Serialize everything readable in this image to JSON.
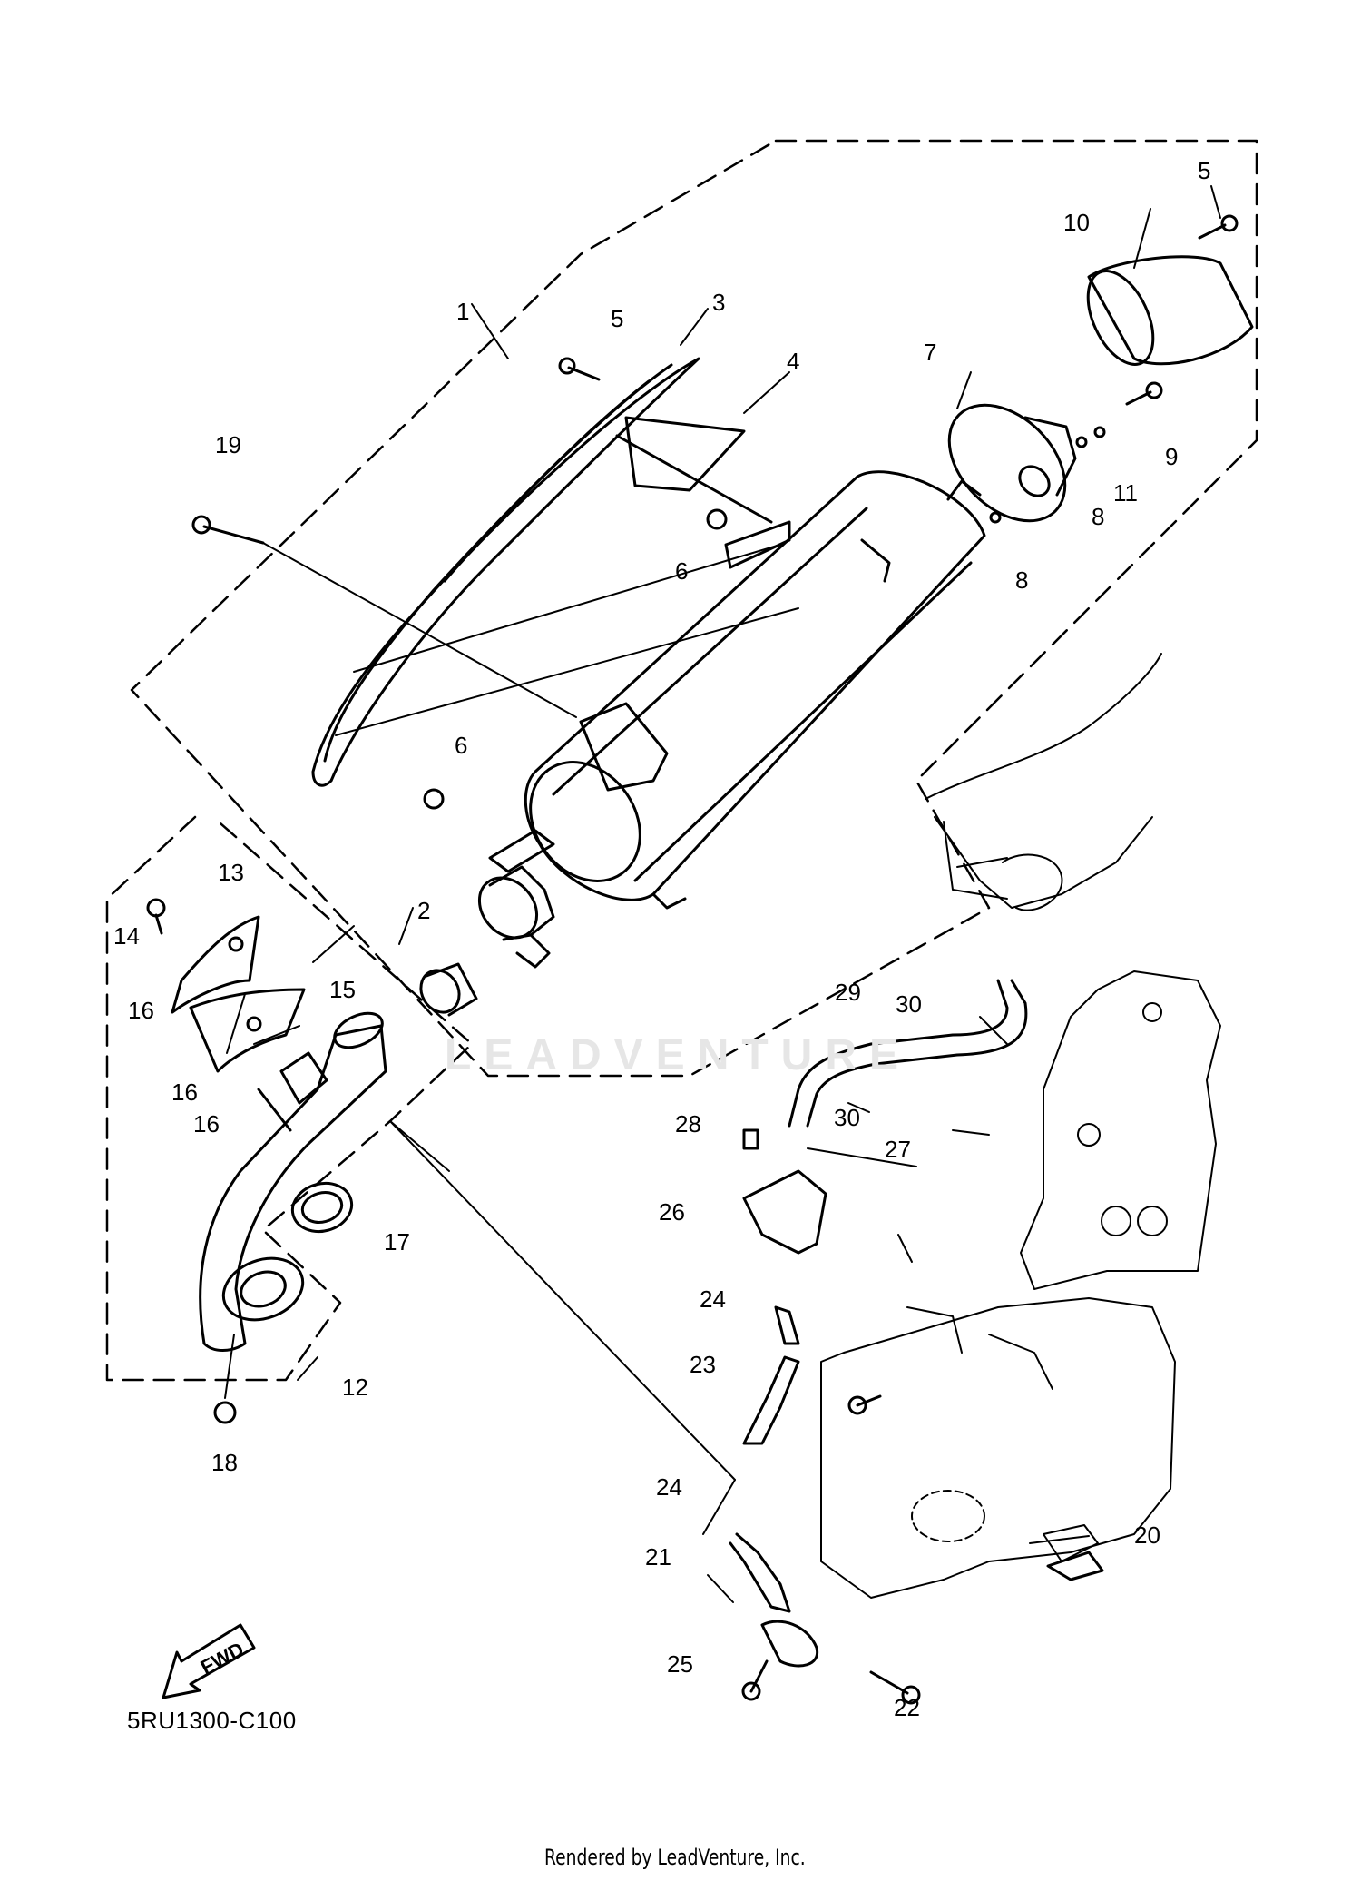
{
  "callouts": [
    {
      "id": "c1",
      "text": "1"
    },
    {
      "id": "c2",
      "text": "2"
    },
    {
      "id": "c3",
      "text": "3"
    },
    {
      "id": "c4",
      "text": "4"
    },
    {
      "id": "c5a",
      "text": "5"
    },
    {
      "id": "c5b",
      "text": "5"
    },
    {
      "id": "c6a",
      "text": "6"
    },
    {
      "id": "c6b",
      "text": "6"
    },
    {
      "id": "c7",
      "text": "7"
    },
    {
      "id": "c8a",
      "text": "8"
    },
    {
      "id": "c8b",
      "text": "8"
    },
    {
      "id": "c9",
      "text": "9"
    },
    {
      "id": "c10",
      "text": "10"
    },
    {
      "id": "c11",
      "text": "11"
    },
    {
      "id": "c12",
      "text": "12"
    },
    {
      "id": "c13",
      "text": "13"
    },
    {
      "id": "c14",
      "text": "14"
    },
    {
      "id": "c15",
      "text": "15"
    },
    {
      "id": "c16a",
      "text": "16"
    },
    {
      "id": "c16b",
      "text": "16"
    },
    {
      "id": "c16c",
      "text": "16"
    },
    {
      "id": "c17",
      "text": "17"
    },
    {
      "id": "c18",
      "text": "18"
    },
    {
      "id": "c19",
      "text": "19"
    },
    {
      "id": "c20",
      "text": "20"
    },
    {
      "id": "c21",
      "text": "21"
    },
    {
      "id": "c22",
      "text": "22"
    },
    {
      "id": "c23",
      "text": "23"
    },
    {
      "id": "c24a",
      "text": "24"
    },
    {
      "id": "c24b",
      "text": "24"
    },
    {
      "id": "c25",
      "text": "25"
    },
    {
      "id": "c26",
      "text": "26"
    },
    {
      "id": "c27",
      "text": "27"
    },
    {
      "id": "c28",
      "text": "28"
    },
    {
      "id": "c29",
      "text": "29"
    },
    {
      "id": "c30a",
      "text": "30"
    },
    {
      "id": "c30b",
      "text": "30"
    }
  ],
  "fwd_label": "FWD",
  "diagram_code": "5RU1300-C100",
  "watermark": "LEADVENTURE",
  "credit": "Rendered by LeadVenture, Inc."
}
